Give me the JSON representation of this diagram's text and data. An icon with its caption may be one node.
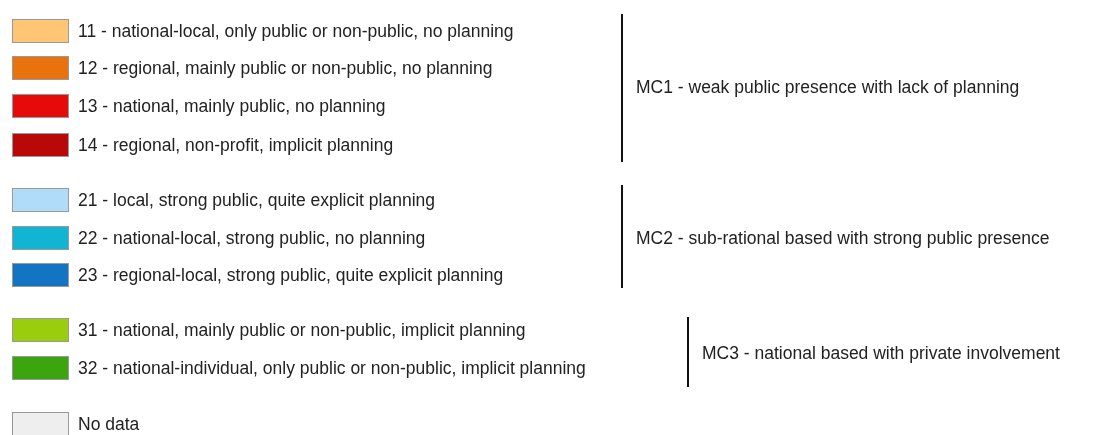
{
  "diagram": {
    "labels": [
      "MC1 - weak public presence with lack of planning",
      "MC2 - sub-rational based with strong public presence",
      "MC3 - national based with private involvement"
    ],
    "legend": [
      {
        "text": "11 - national-local, only public or non-public, no planning",
        "color": "#fdc574"
      },
      {
        "text": "12 - regional, mainly public or non-public, no planning",
        "color": "#e8720c"
      },
      {
        "text": "13 - national, mainly public, no planning",
        "color": "#e60a0a"
      },
      {
        "text": "14 - regional, non-profit, implicit planning",
        "color": "#b80808"
      },
      {
        "text": "21 - local, strong public, quite explicit planning",
        "color": "#b0dcfa"
      },
      {
        "text": "22 - national-local, strong public, no planning",
        "color": "#12b4d4"
      },
      {
        "text": "23 - regional-local, strong public, quite explicit planning",
        "color": "#1474c4"
      },
      {
        "text": "31 - national, mainly public or non-public, implicit planning",
        "color": "#9acd0c"
      },
      {
        "text": "32 - national-individual, only public or non-public, implicit planning",
        "color": "#3ca40c"
      },
      {
        "text": "No data",
        "color": "#eeeeee"
      }
    ]
  }
}
